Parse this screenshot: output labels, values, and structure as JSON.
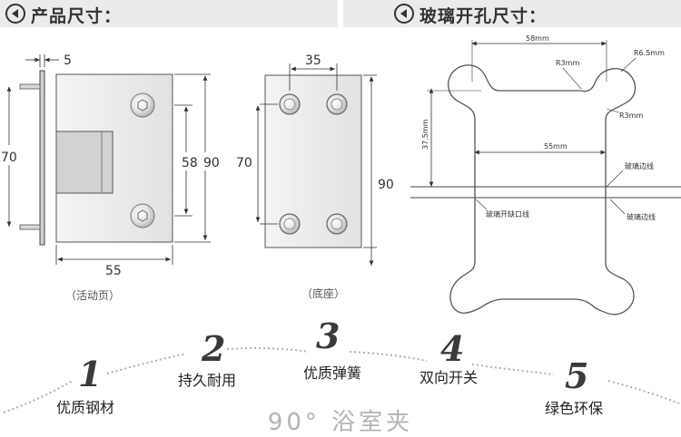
{
  "header": {
    "left_title": "产品尺寸：",
    "right_title": "玻璃开孔尺寸："
  },
  "product": {
    "hinge": {
      "dim_top": "5",
      "dim_left": "70",
      "dim_right_inner": "58",
      "dim_right_outer": "90",
      "dim_bottom": "55",
      "caption": "（活动页）"
    },
    "base": {
      "dim_top": "35",
      "dim_left": "70",
      "dim_right": "90",
      "caption": "（底座）"
    }
  },
  "cutout": {
    "dim_width": "58mm",
    "radius_large": "R6.5mm",
    "radius_inner": "R3mm",
    "radius_corner": "R3mm",
    "dim_depth": "37.5mm",
    "dim_inner_width": "55mm",
    "glass_edge_1": "玻璃边线",
    "glass_edge_2": "玻璃边线",
    "cut_line": "玻璃开缺口线"
  },
  "features": [
    {
      "number": "1",
      "label": "优质钢材"
    },
    {
      "number": "2",
      "label": "持久耐用"
    },
    {
      "number": "3",
      "label": "优质弹簧"
    },
    {
      "number": "4",
      "label": "双向开关"
    },
    {
      "number": "5",
      "label": "绿色环保"
    }
  ],
  "bottom_title": "90° 浴室夹"
}
